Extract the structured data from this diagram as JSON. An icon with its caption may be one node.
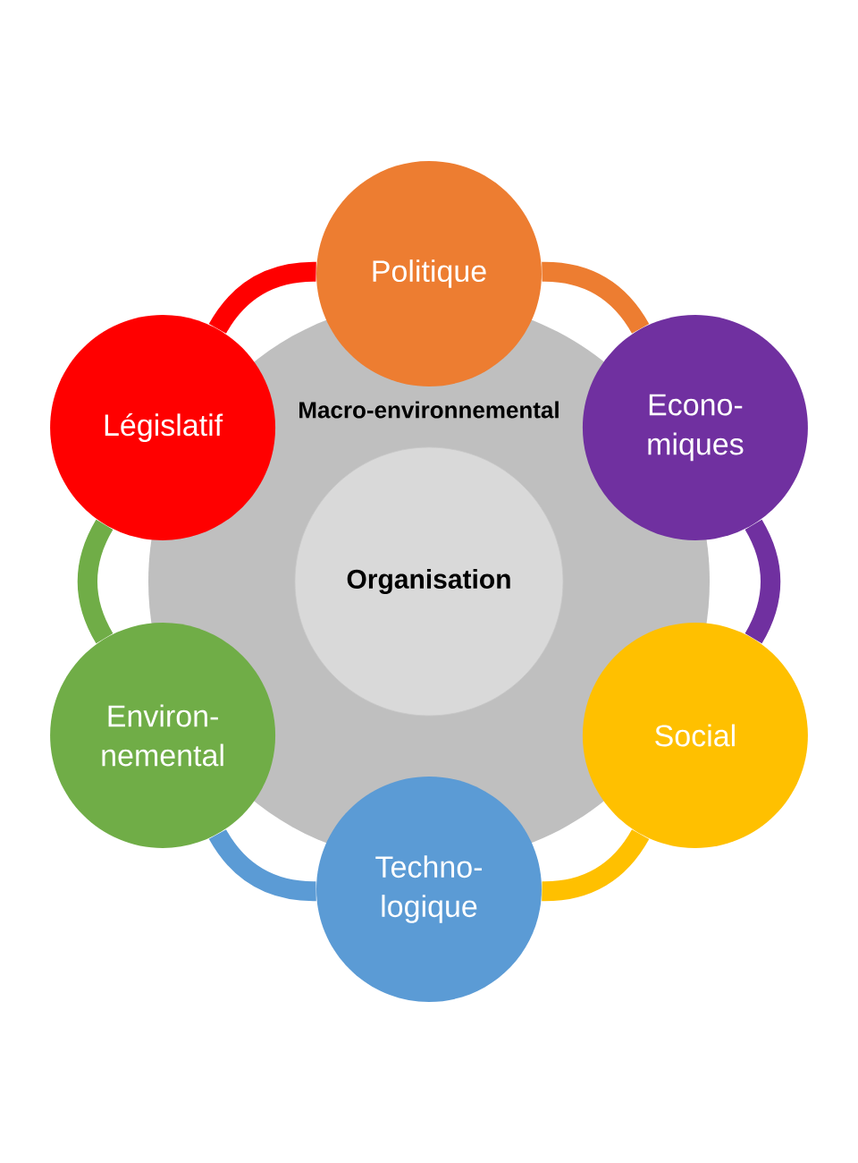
{
  "diagram": {
    "nodes": [
      {
        "text": [
          "Macro-environnemental"
        ]
      },
      {
        "text": [
          "Organisation"
        ],
        "in": 0
      },
      {
        "text": [
          "Politique"
        ]
      },
      {
        "text": [
          "Econo- miques"
        ]
      },
      {
        "text": [
          "Social"
        ]
      },
      {
        "text": [
          "Techno- logique"
        ]
      },
      {
        "text": [
          "Environ- nemental"
        ]
      },
      {
        "text": [
          "Législatif"
        ]
      }
    ],
    "edges": [
      {
        "from": 2,
        "to": 3,
        "arrow": "none",
        "color": "#ed7d31"
      },
      {
        "from": 3,
        "to": 4,
        "arrow": "none",
        "color": "#7030a0"
      },
      {
        "from": 4,
        "to": 5,
        "arrow": "none",
        "color": "#ffc000"
      },
      {
        "from": 5,
        "to": 6,
        "arrow": "none",
        "color": "#5b9bd5"
      },
      {
        "from": 6,
        "to": 7,
        "arrow": "none",
        "color": "#70ad47"
      },
      {
        "from": 7,
        "to": 2,
        "arrow": "none",
        "color": "#ff0000"
      }
    ]
  }
}
